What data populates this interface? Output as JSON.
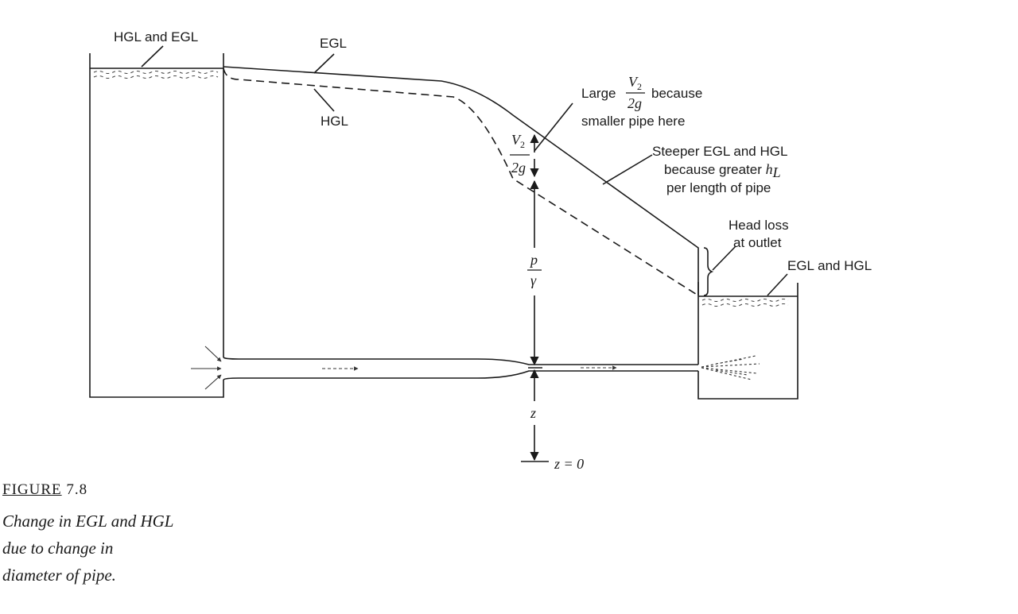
{
  "labels": {
    "hgl_and_egl": "HGL and EGL",
    "egl": "EGL",
    "hgl": "HGL",
    "large": "Large",
    "because": "because",
    "smaller_pipe_here": "smaller pipe here",
    "steeper_line1": "Steeper EGL and HGL",
    "steeper_line2": "because greater",
    "steeper_line3": "per length of pipe",
    "head_loss_line1": "Head loss",
    "head_loss_line2": "at outlet",
    "egl_and_hgl": "EGL and HGL"
  },
  "symbols": {
    "v2": "V",
    "v2_sub": "2",
    "two_g": "2g",
    "p": "p",
    "gamma": "γ",
    "z": "z",
    "z_zero": "z = 0",
    "h": "h",
    "h_sub": "L"
  },
  "caption": {
    "figure_word": "FIGURE",
    "figure_number": " 7.8",
    "line1": "Change in EGL and HGL",
    "line2": "due to change in",
    "line3": "diameter of pipe."
  }
}
